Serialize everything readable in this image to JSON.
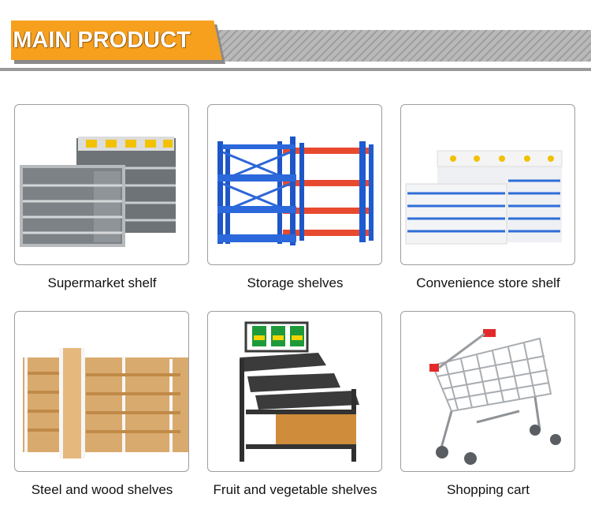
{
  "header": {
    "title": "MAIN PRODUCT"
  },
  "products": [
    {
      "label": "Supermarket shelf"
    },
    {
      "label": "Storage shelves"
    },
    {
      "label": "Convenience store shelf"
    },
    {
      "label": "Steel and wood shelves"
    },
    {
      "label": "Fruit and vegetable shelves"
    },
    {
      "label": "Shopping cart"
    }
  ]
}
